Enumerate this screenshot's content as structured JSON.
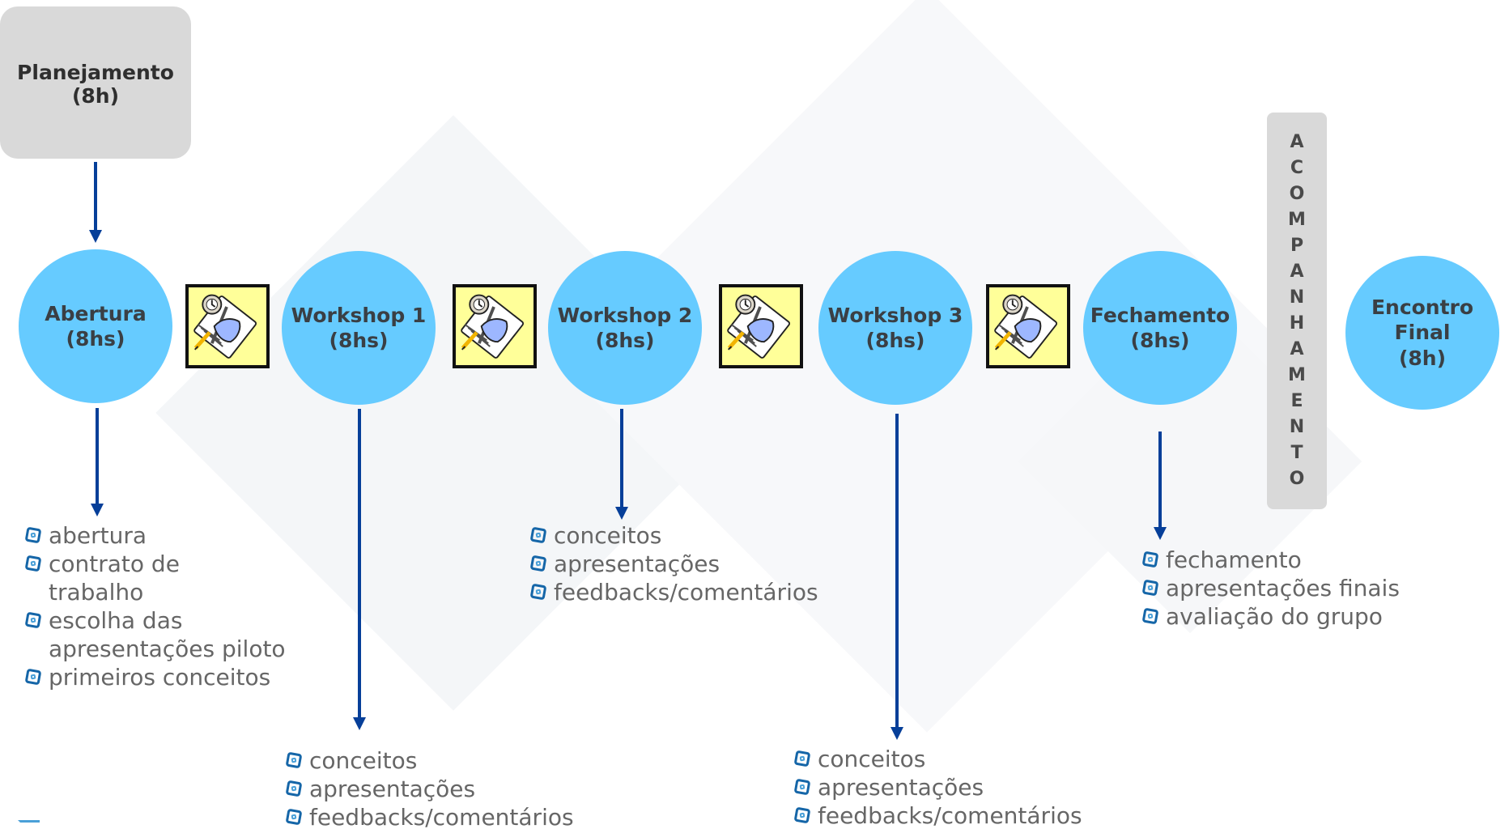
{
  "diagram": {
    "planning": {
      "text": "Planejamento\n(8h)"
    },
    "stages": [
      {
        "key": "abertura",
        "text": "Abertura\n(8hs)"
      },
      {
        "key": "workshop1",
        "text": "Workshop 1\n(8hs)"
      },
      {
        "key": "workshop2",
        "text": "Workshop 2\n(8hs)"
      },
      {
        "key": "workshop3",
        "text": "Workshop 3\n(8hs)"
      },
      {
        "key": "fechamento",
        "text": "Fechamento\n(8hs)"
      },
      {
        "key": "encontro",
        "text": "Encontro\nFinal\n(8h)"
      }
    ],
    "accompaniment": {
      "text": "ACOMPANHAMENTO"
    },
    "icons": [
      "study-notebook-icon",
      "study-notebook-icon",
      "study-notebook-icon",
      "study-notebook-icon"
    ],
    "lists": {
      "abertura": [
        "abertura",
        "contrato de\ntrabalho",
        "escolha das\napresentações piloto",
        "primeiros conceitos"
      ],
      "workshop1": [
        "conceitos",
        "apresentações",
        "feedbacks/comentários"
      ],
      "workshop2": [
        "conceitos",
        "apresentações",
        "feedbacks/comentários"
      ],
      "workshop3": [
        "conceitos",
        "apresentações",
        "feedbacks/comentários"
      ],
      "fechamento": [
        "fechamento",
        "apresentações finais",
        "avaliação do grupo"
      ]
    },
    "colors": {
      "stage": "#66cbff",
      "connector": "#063f99",
      "gray_box": "#d9d9d9",
      "text": "#666666"
    }
  }
}
